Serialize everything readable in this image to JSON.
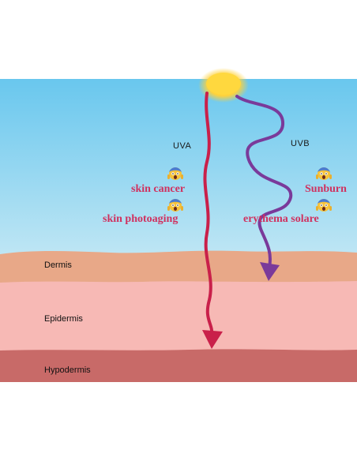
{
  "layers": {
    "dermis": "Dermis",
    "epidermis": "Epidermis",
    "hypodermis": "Hypodermis"
  },
  "rays": {
    "uva": "UVA",
    "uvb": "UVB"
  },
  "effects": {
    "uva": [
      "skin cancer",
      "skin photoaging"
    ],
    "uvb": [
      "Sunburn",
      "erythema solare"
    ]
  },
  "icons": {
    "sun": "sun-icon",
    "scared_face": "screaming-face-icon"
  },
  "colors": {
    "sky_top": "#69c7ee",
    "sky_bottom": "#b8e4f4",
    "dermis": "#e8a888",
    "epidermis": "#f7b9b5",
    "hypodermis": "#c86a68",
    "uva_ray": "#c9204a",
    "uvb_ray": "#7a3a9a",
    "effect_text": "#d0315f",
    "sun": "#ffd23a"
  }
}
